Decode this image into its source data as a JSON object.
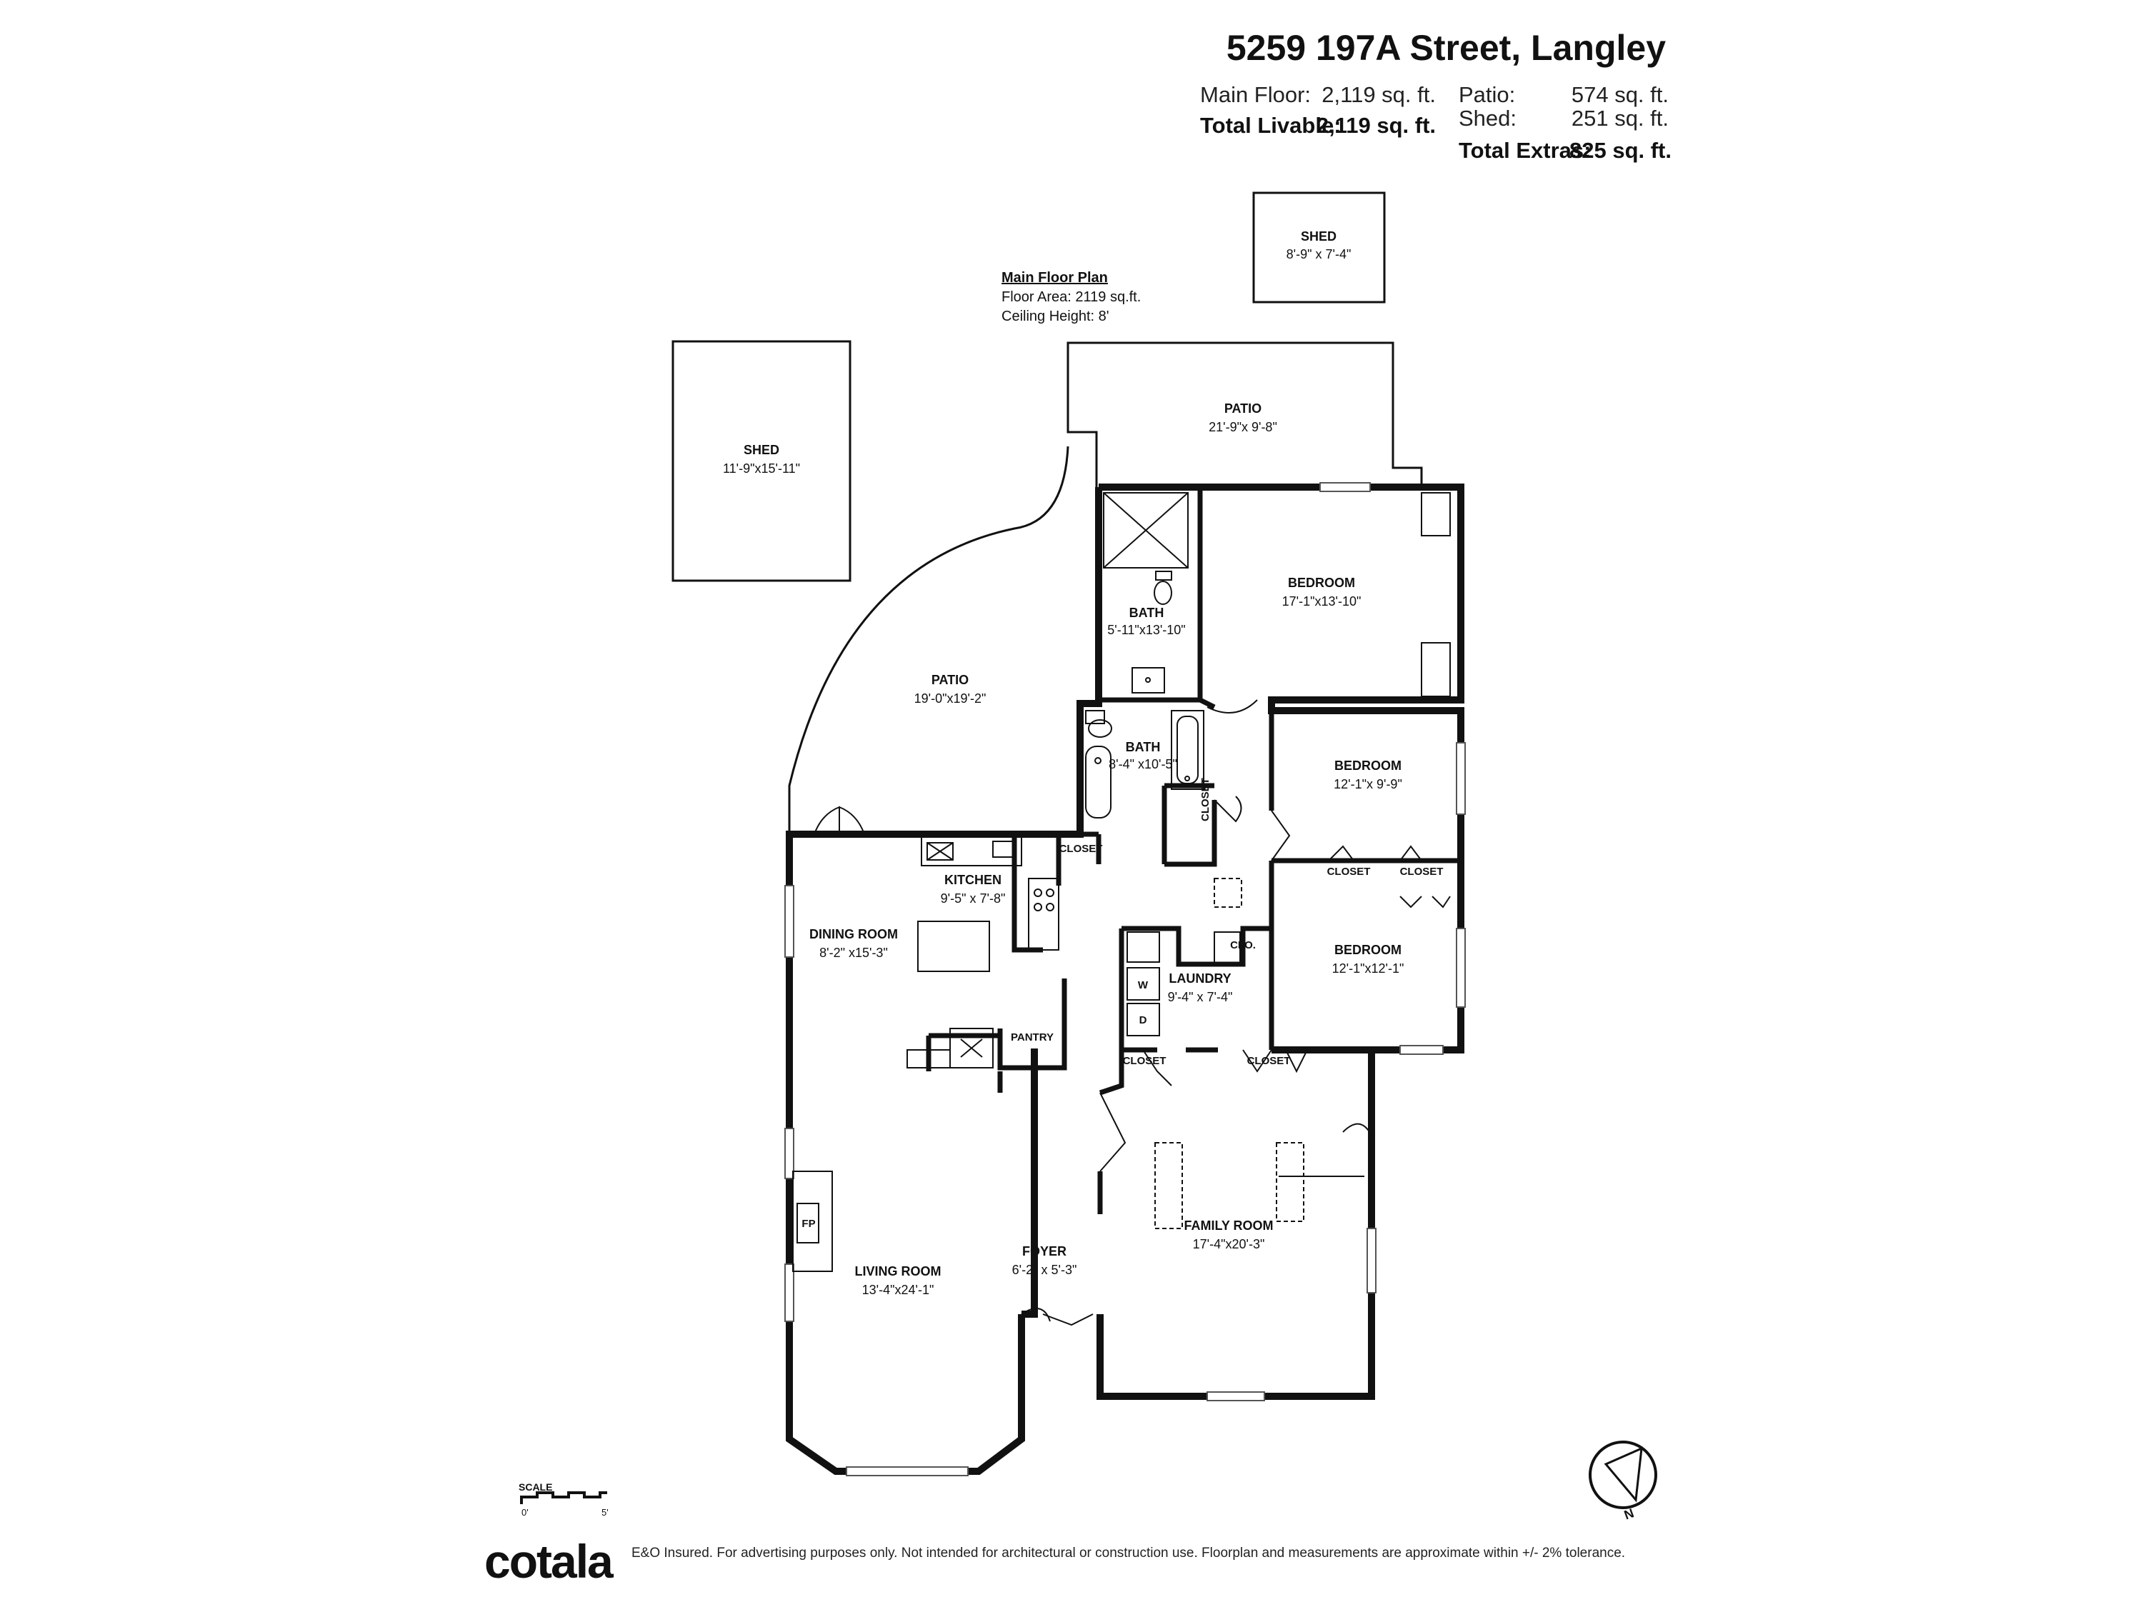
{
  "header": {
    "address": "5259 197A Street, Langley",
    "main_floor_label": "Main Floor:",
    "main_floor_value": "2,119 sq. ft.",
    "total_livable_label": "Total Livable:",
    "total_livable_value": "2,119 sq. ft.",
    "patio_label": "Patio:",
    "patio_value": "574 sq. ft.",
    "shed_label": "Shed:",
    "shed_value": "251 sq. ft.",
    "total_extras_label": "Total Extras:",
    "total_extras_value": "825 sq. ft."
  },
  "plan_info": {
    "title": "Main Floor Plan",
    "floor_area": "Floor Area: 2119 sq.ft.",
    "ceiling_height": "Ceiling Height: 8'"
  },
  "rooms": {
    "shed_small": {
      "name": "SHED",
      "dims": "8'-9\" x 7'-4\""
    },
    "shed_large": {
      "name": "SHED",
      "dims": "11'-9\"x15'-11\""
    },
    "patio_top": {
      "name": "PATIO",
      "dims": "21'-9\"x 9'-8\""
    },
    "patio_left": {
      "name": "PATIO",
      "dims": "19'-0\"x19'-2\""
    },
    "bedroom_primary": {
      "name": "BEDROOM",
      "dims": "17'-1\"x13'-10\""
    },
    "bath_ensuite": {
      "name": "BATH",
      "dims": "5'-11\"x13'-10\""
    },
    "bath_main": {
      "name": "BATH",
      "dims": "8'-4\" x10'-5\""
    },
    "bedroom_2": {
      "name": "BEDROOM",
      "dims": "12'-1\"x 9'-9\""
    },
    "bedroom_3": {
      "name": "BEDROOM",
      "dims": "12'-1\"x12'-1\""
    },
    "kitchen": {
      "name": "KITCHEN",
      "dims": "9'-5\" x 7'-8\""
    },
    "dining_room": {
      "name": "DINING ROOM",
      "dims": "8'-2\" x15'-3\""
    },
    "laundry": {
      "name": "LAUNDRY",
      "dims": "9'-4\" x 7'-4\""
    },
    "family_room": {
      "name": "FAMILY ROOM",
      "dims": "17'-4\"x20'-3\""
    },
    "foyer": {
      "name": "FOYER",
      "dims": "6'-2\" x 5'-3\""
    },
    "living_room": {
      "name": "LIVING ROOM",
      "dims": "13'-4\"x24'-1\""
    }
  },
  "small_labels": {
    "closet": "CLOSET",
    "clo": "CLO.",
    "pantry": "PANTRY",
    "fp": "FP",
    "washer": "W",
    "dryer": "D"
  },
  "compass": {
    "north": "N"
  },
  "scale": {
    "label": "SCALE",
    "zero": "0'",
    "five": "5'"
  },
  "footer": {
    "logo": "cotala",
    "disclaimer": "E&O Insured. For advertising purposes only. Not intended for architectural or construction use. Floorplan and measurements are approximate within +/- 2% tolerance."
  }
}
